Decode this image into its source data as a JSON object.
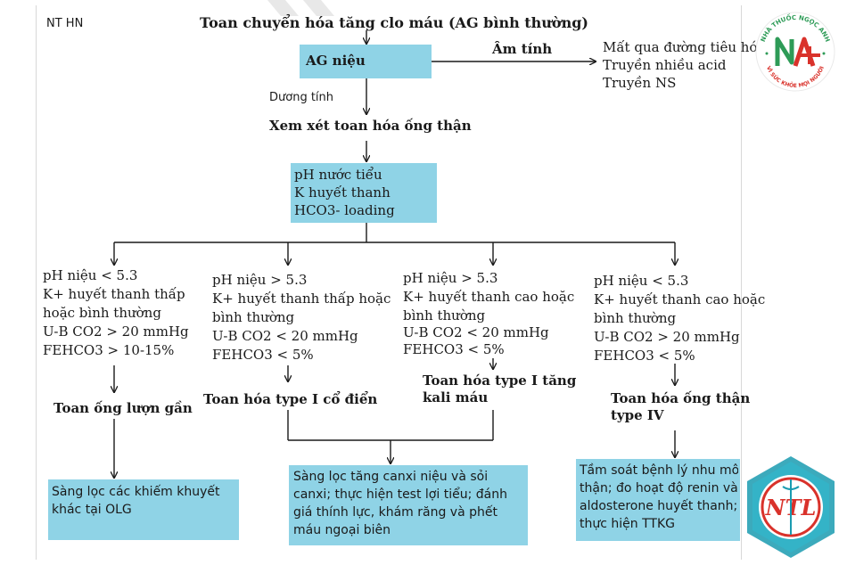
{
  "header": {
    "corner_label": "NT HN",
    "title": "Toan chuyển hóa tăng clo máu (AG bình thường)"
  },
  "ag_box": {
    "label": "AG niệu"
  },
  "negative": {
    "label": "Âm tính",
    "causes": [
      "Mất qua đường tiêu hó",
      "Truyền nhiều acid",
      "Truyền NS"
    ]
  },
  "positive": {
    "label": "Dương tính"
  },
  "consider": {
    "label": "Xem xét toan hóa ống thận"
  },
  "tests_box": {
    "lines": [
      "pH nước tiểu",
      "K huyết thanh",
      "HCO3- loading"
    ]
  },
  "branches": [
    {
      "criteria": [
        "pH niệu < 5.3",
        "K+ huyết thanh thấp",
        "hoặc bình thường",
        "U-B CO2 > 20 mmHg",
        "FEHCO3 > 10-15%"
      ],
      "diagnosis": "Toan ống lượn gần",
      "action": "Sàng lọc các khiếm khuyết\nkhác tại OLG"
    },
    {
      "criteria": [
        "pH niệu > 5.3",
        "K+ huyết thanh thấp hoặc",
        "bình thường",
        "U-B CO2 < 20 mmHg",
        "FEHCO3 < 5%"
      ],
      "diagnosis": "Toan hóa type I cổ điển"
    },
    {
      "criteria": [
        "pH niệu > 5.3",
        "K+ huyết thanh cao hoặc",
        "bình thường",
        "U-B CO2 < 20 mmHg",
        "FEHCO3 < 5%"
      ],
      "diagnosis": "Toan hóa type I tăng\nkali máu"
    },
    {
      "criteria": [
        "pH niệu < 5.3",
        "K+ huyết thanh cao hoặc",
        "bình thường",
        "U-B CO2 > 20 mmHg",
        "FEHCO3 < 5%"
      ],
      "diagnosis": "Toan hóa ống thận\ntype IV",
      "action": "Tầm soát bệnh lý nhu mô\nthận; đo hoạt độ renin và\naldosterone huyết thanh;\nthực hiện TTKG"
    }
  ],
  "shared_action": "Sàng lọc tăng canxi niệu và sỏi\ncanxi; thực hiện test lợi tiểu; đánh\ngiá thính lực, khám răng và phết\nmáu ngoại biên",
  "logo_top": {
    "ring_text": "NHÀ THUỐC NGỌC ANH",
    "bottom_text": "VÌ SỨC KHỎE MỌI NGƯỜI",
    "mark": "NA"
  },
  "logo_bottom": {
    "mark": "NTL"
  },
  "colors": {
    "box": "#8fd3e6",
    "line": "#1a1a1a",
    "logo_green": "#2e9b57",
    "logo_red": "#d9322b",
    "logo_teal": "#1a9bb0"
  }
}
